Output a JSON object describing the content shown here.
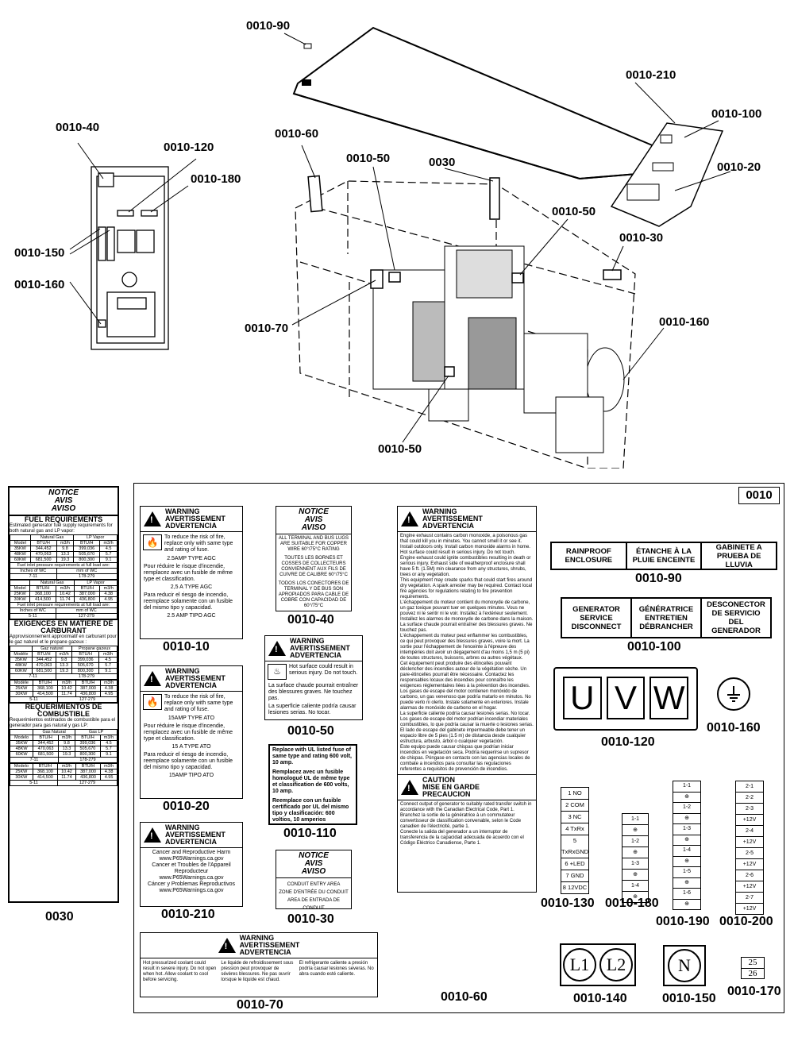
{
  "callouts": {
    "c_90": "0010-90",
    "c_210": "0010-210",
    "c_100": "0010-100",
    "c_40": "0010-40",
    "c_120": "0010-120",
    "c_180": "0010-180",
    "c_60": "0010-60",
    "c_50a": "0010-50",
    "c_030": "0030",
    "c_20": "0010-20",
    "c_50b": "0010-50",
    "c_30": "0010-30",
    "c_150": "0010-150",
    "c_160a": "0010-160",
    "c_70": "0010-70",
    "c_160b": "0010-160",
    "c_50c": "0010-50"
  },
  "kit": {
    "number": "0010"
  },
  "codes": {
    "k10": "0010-10",
    "k20": "0010-20",
    "k210": "0010-210",
    "k70": "0010-70",
    "k40": "0010-40",
    "k50": "0010-50",
    "k110": "0010-110",
    "k30": "0010-30",
    "k60": "0010-60",
    "k90": "0010-90",
    "k100": "0010-100",
    "k120": "0010-120",
    "k160": "0010-160",
    "k130": "0010-130",
    "k180": "0010-180",
    "k190": "0010-190",
    "k200": "0010-200",
    "k140": "0010-140",
    "k150": "0010-150",
    "k170": "0010-170",
    "k030": "0030"
  },
  "warn": {
    "w1": "WARNING",
    "w2": "AVERTISSEMENT",
    "w3": "ADVERTENCIA"
  },
  "notice": {
    "n1": "NOTICE",
    "n2": "AVIS",
    "n3": "AVISO"
  },
  "caution": {
    "c1": "CAUTION",
    "c2": "MISE EN GARDE",
    "c3": "PRECAUCION"
  },
  "d10": {
    "en": "To reduce the risk of fire, replace only with same type and rating of fuse.",
    "en2": "2.5AMP TYPE AGC",
    "fr": "Pour réduire le risque d'incendie, remplacez avec un fusible de même type et classification.",
    "fr2": "2,5 A TYPE AGC",
    "es": "Para reducir el riesgo de incendio, reemplace solamente con un fusible del mismo tipo y capacidad.",
    "es2": "2.5 AMP TIPO AGC"
  },
  "d20": {
    "en": "To reduce the risk of fire, replace only with same type and rating of fuse.",
    "en2": "15AMP TYPE ATO",
    "fr": "Pour réduire le risque d'incendie, remplacez avec un fusible de même type et classification.",
    "fr2": "15 A TYPE ATO",
    "es": "Para reducir el riesgo de incendio, reemplace solamente con un fusible del mismo tipo y capacidad.",
    "es2": "15AMP TIPO ATO"
  },
  "d210": {
    "l1": "Cancer and Reproductive Harm",
    "l2": "www.P65Warnings.ca.gov",
    "l3": "Cancer et Troubles de l'Appareil Reproducteur",
    "l4": "www.P65Warnings.ca.gov",
    "l5": "Cáncer y Problemas Reproductivos",
    "l6": "www.P65Warnings.ca.gov"
  },
  "d70": {
    "en": "Hot pressurized coolant could result in severe injury. Do not open when hot. Allow coolant to cool before servicing.",
    "fr": "Le liquide de refroidissement sous pression peut provoquer de sévères blessures. Ne pas ouvrir lorsque le liquide est chaud.",
    "es": "El refrigerante caliente a presión podría causar lesiones severas. No abra cuando esté caliente."
  },
  "d40": {
    "en": "ALL TERMINAL AND BUS LUGS ARE SUITABLE FOR COPPER WIRE 60°/75°C RATING",
    "fr": "TOUTES LES BORNES ET COSSES DE COLLECTEURS CONVIENNENT AUX FILS DE CUIVRE DE CALIBRE 60°/75°C",
    "es": "TODOS LOS CONECTORES DE TERMINAL Y DE BUS SON APROPIADOS PARA CABLE DE COBRE CON CAPACIDAD DE 60°/75°C"
  },
  "d50": {
    "en": "Hot surface could result in serious injury. Do not touch.",
    "fr": "La surface chaude pourrait entraîner des blessures graves. Ne touchez pas.",
    "es": "La superficie caliente podría causar lesiones serias. No tocar."
  },
  "d110": {
    "en": "Replace with UL listed fuse of same type and rating 600 volt, 10 amp.",
    "fr": "Remplacez avec un fusible homologué UL de même type et classification de 600 volts, 10 amp.",
    "es": "Reemplace con un fusible certificado por UL del mismo tipo y clasificación: 600 voltios, 10 amperios"
  },
  "d30": {
    "l1": "CONDUIT ENTRY AREA",
    "l2": "ZONE D'ENTRÉE DU CONDUIT",
    "l3": "AREA DE ENTRADA DE CONDUIT"
  },
  "d60": {
    "p1": "Engine exhaust contains carbon monoxide, a poisonous gas that could kill you in minutes. You cannot smell it or see it. Install outdoors only. Install carbon monoxide alarms in home.",
    "p2": "Hot surface could result in serious injury. Do not touch.",
    "p3": "Engine exhaust could ignite combustibles resulting in death or serious injury. Exhaust side of weatherproof enclosure shall have 5 ft. (1.5M) min clearance from any structures, shrubs, trees or any vegetation.",
    "p4": "This equipment may create sparks that could start fires around dry vegetation. A spark arrester may be required. Contact local fire agencies for regulations relating to fire prevention requirements.",
    "p5": "L'échappement du moteur contient du monoxyde de carbone, un gaz toxique pouvant tuer en quelques minutes. Vous ne pouvez ni le sentir ni le voir. Installez à l'extérieur seulement. Installez les alarmes de monoxyde de carbone dans la maison.",
    "p6": "La surface chaude pourrait entraîner des blessures graves. Ne touchez pas.",
    "p7": "L'échappement du moteur peut enflammer les combustibles, ce qui peut provoquer des blessures graves, voire la mort. La sortie pour l'échappement de l'enceinte à l'épreuve des intempéries doit avoir un dégagement d'au moins 1,5 m (5 pi) de toutes structures, buissons, arbres ou autres végétaux.",
    "p8": "Cet équipement peut produire des étincelles pouvant déclencher des incendies autour de la végétation sèche. Un pare-étincelles pourrait être nécessaire. Contactez les responsables locaux des incendies pour connaître les exigences réglementaires liées à la prévention des incendies.",
    "p9": "Los gases de escape del motor contienen monóxido de carbono, un gas venenoso que podría matarlo en minutos. No puede verlo ni olerlo. Instale solamente en exteriores. Instale alarmas de monóxido de carbono en el hogar.",
    "p10": "La superficie caliente podría causar lesiones serias. No tocar.",
    "p11": "Los gases de escape del motor podrían incendiar materiales combustibles, lo que podría causar la muerte o lesiones serias. El lado de escape del gabinete impermeable debe tener un espacio libre de 5 pies (1.5 m) de distancia desde cualquier estructura, arbusto, árbol o cualquier vegetación.",
    "p12": "Este equipo puede causar chispas que podrían iniciar incendios en vegetación seca. Podría requerirse un supresor de chispas. Póngase en contacto con las agencias locales de combate a incendios para consultar las regulaciones referentes a requisitos de prevención de incendios.",
    "c1": "Connect output of generator to suitably rated transfer switch in accordance with the Canadian Electrical Code, Part 1.",
    "c2": "Branchez la sortie de la génératrice à un commutateur convertisseur de classification convenable, selon le Code canadien de l'électricité, partie 1.",
    "c3": "Conecte la salida del generador a un interruptor de transferencia de la capacidad adecuada de acuerdo con el Código Eléctrico Canadiense, Parte 1."
  },
  "d90": {
    "a": "RAINPROOF ENCLOSURE",
    "b": "ÉTANCHE À LA PLUIE ENCEINTE",
    "c": "GABINETE A PRUEBA DE LLUVIA"
  },
  "d100": {
    "a": "GENERATOR SERVICE DISCONNECT",
    "b": "GÉNÉRATRICE ENTRETIEN DÉBRANCHER",
    "c": "DESCONECTOR DE SERVICIO DEL GENERADOR"
  },
  "d120": {
    "u": "U",
    "v": "V",
    "w": "W"
  },
  "d130": {
    "t1": "1 NO",
    "t2": "2 COM",
    "t3": "3 NC",
    "t4": "4 TxRx",
    "t5": "5 TxRxGND",
    "t6": "6 +LED",
    "t7": "7 GND",
    "t8": "8 12VDC"
  },
  "d180": {
    "h": "1-1",
    "r1": "1-2",
    "r2": "1-3",
    "r3": "1-4"
  },
  "d190": {
    "r1": "1-1",
    "r2": "1-2",
    "r3": "1-3",
    "r4": "1-4",
    "r5": "1-5",
    "r6": "1-6"
  },
  "d200": {
    "r1": "2-1",
    "r2": "2-2",
    "r3": "2-3",
    "r4": "+12V",
    "r5": "2-4",
    "r6": "+12V",
    "r7": "2-5",
    "r8": "+12V",
    "r9": "2-6",
    "r10": "+12V",
    "r11": "2-7",
    "r12": "+12V"
  },
  "d140": {
    "a": "L1",
    "b": "L2"
  },
  "d150": {
    "a": "N"
  },
  "d170": {
    "a": "25",
    "b": "26"
  },
  "fuel": {
    "title_en": "FUEL REQUIREMENTS",
    "sub_en": "Estimated generator fuel supply requirements for both natural gas and LP vapor:",
    "title_fr": "EXIGENCES EN MATIÈRE DE CARBURANT",
    "sub_fr": "Approvisionnement approximatif en carburant pour le gaz naturel et le propane gazeux :",
    "title_es": "REQUERIMIENTOS DE COMBUSTIBLE",
    "sub_es": "Requerimientos estimados de combustible para el generador para gas natural y gas LP:",
    "hdr_ng": "Natural Gas",
    "hdr_lp": "LP Vapor",
    "hdr_ng_fr": "Gaz naturel",
    "hdr_lp_fr": "Propane gazeux",
    "hdr_ng_es": "Gas Natural",
    "hdr_lp_es": "Gas LP",
    "model": "Model",
    "model_fr": "Modèle",
    "model_es": "Modelo",
    "btu": "BTU/H",
    "m3": "m3/h",
    "rows1": [
      [
        "35KW",
        "344,452",
        "9.8",
        "399,036",
        "4.5"
      ],
      [
        "48KW",
        "470,063",
        "13.3",
        "505,670",
        "5.7"
      ],
      [
        "60KW",
        "681,500",
        "19.3",
        "800,300",
        "9.1"
      ]
    ],
    "rows2": [
      [
        "25KW",
        "368,100",
        "10.42",
        "387,000",
        "4.38"
      ],
      [
        "30KW",
        "414,500",
        "11.74",
        "436,800",
        "4.95"
      ]
    ],
    "p1": "Fuel inlet pressure requirements at full load are:",
    "in_wc": "Inches of WC",
    "mm_wc": "mm of WC",
    "v1a": "7-11",
    "v1b": "178-279",
    "v2a": "5-11",
    "v2b": "127-279"
  }
}
